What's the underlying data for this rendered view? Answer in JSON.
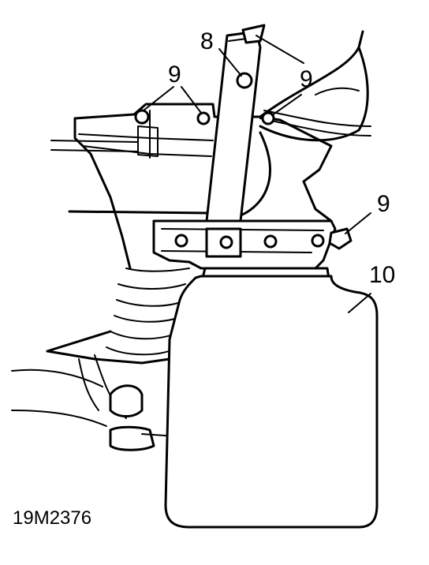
{
  "labels": {
    "bracket": "8",
    "fastener_top_left": "9",
    "fastener_top_right": "9",
    "fastener_right": "9",
    "container": "10"
  },
  "figure_code": "19M2376"
}
